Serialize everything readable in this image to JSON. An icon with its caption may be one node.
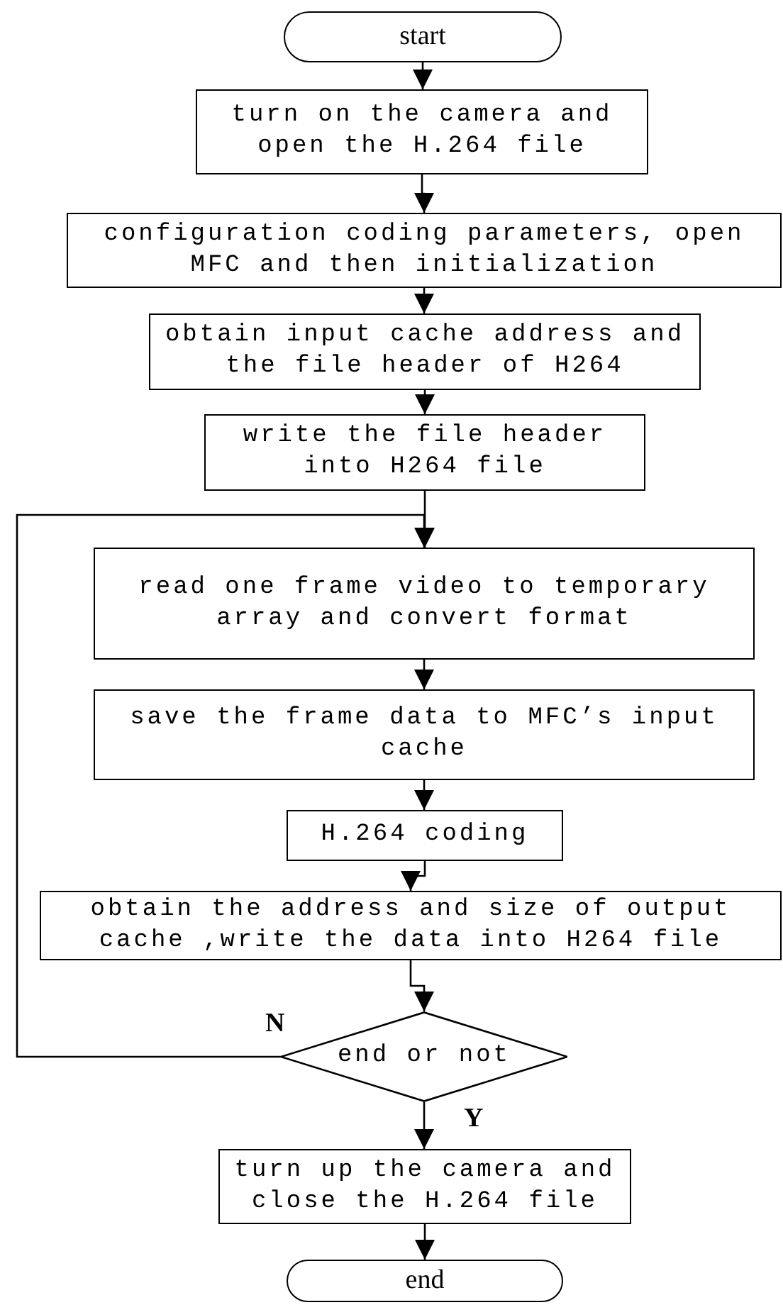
{
  "diagram": {
    "nodes": [
      {
        "text": [
          "start"
        ]
      },
      {
        "text": [
          "turn on the camera and open the H.264 file"
        ]
      },
      {
        "text": [
          "configuration coding parameters, open MFC and then initialization"
        ]
      },
      {
        "text": [
          "obtain input cache address and the file header of H264"
        ]
      },
      {
        "text": [
          "write the file header into H264 file"
        ]
      },
      {
        "text": [
          "read one frame video to temporary array and convert format"
        ]
      },
      {
        "text": [
          "save the frame data to MFC’s input cache"
        ]
      },
      {
        "text": [
          "H.264 coding"
        ]
      },
      {
        "text": [
          "obtain the address and size of output cache ,write the data into H264 file"
        ]
      },
      {
        "text": [
          "end or not"
        ]
      },
      {
        "text": [
          "turn up the camera and close the H.264 file"
        ]
      },
      {
        "text": [
          "end"
        ]
      }
    ],
    "edges": [
      {
        "from": 0,
        "to": 1,
        "arrow": "to"
      },
      {
        "from": 1,
        "to": 2,
        "arrow": "to"
      },
      {
        "from": 2,
        "to": 3,
        "arrow": "to"
      },
      {
        "from": 3,
        "to": 4,
        "arrow": "to"
      },
      {
        "from": 4,
        "to": 5,
        "arrow": "to"
      },
      {
        "from": 5,
        "to": 6,
        "arrow": "to"
      },
      {
        "from": 6,
        "to": 7,
        "arrow": "to"
      },
      {
        "from": 7,
        "to": 8,
        "arrow": "to"
      },
      {
        "from": 8,
        "to": 9,
        "arrow": "to"
      },
      {
        "from": 9,
        "to": 5,
        "label": "N",
        "arrow": "to"
      },
      {
        "from": 9,
        "to": 10,
        "label": "Y",
        "arrow": "to"
      },
      {
        "from": 10,
        "to": 11,
        "arrow": "to"
      }
    ]
  }
}
